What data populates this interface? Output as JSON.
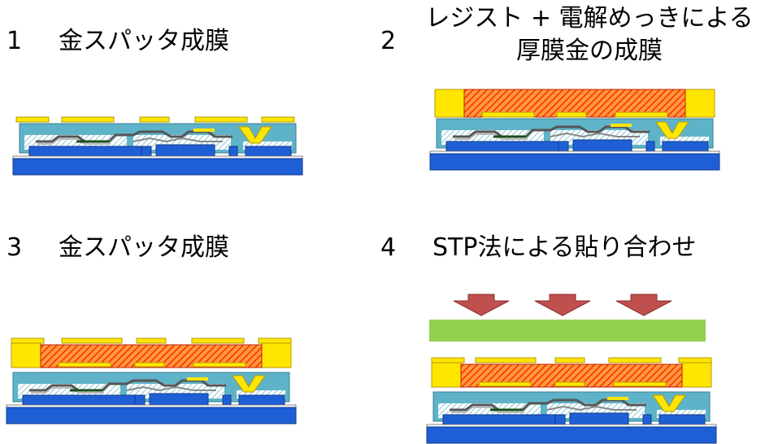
{
  "steps": [
    {
      "number": "1",
      "title": "金スパッタ成膜"
    },
    {
      "number": "2",
      "title_line1": "レジスト + 電解めっきによる",
      "title_line2": "厚膜金の成膜"
    },
    {
      "number": "3",
      "title": "金スパッタ成膜"
    },
    {
      "number": "4",
      "title": "STP法による貼り合わせ"
    }
  ],
  "colors": {
    "gold": "#ffe600",
    "resist_hatch": "#ff3300",
    "resist_bg": "#ff9933",
    "substrate_blue": "#1f5fd6",
    "passivation_cyan": "#5fb3c8",
    "stp_film_green": "#92d050",
    "arrow_red": "#c0504d"
  }
}
